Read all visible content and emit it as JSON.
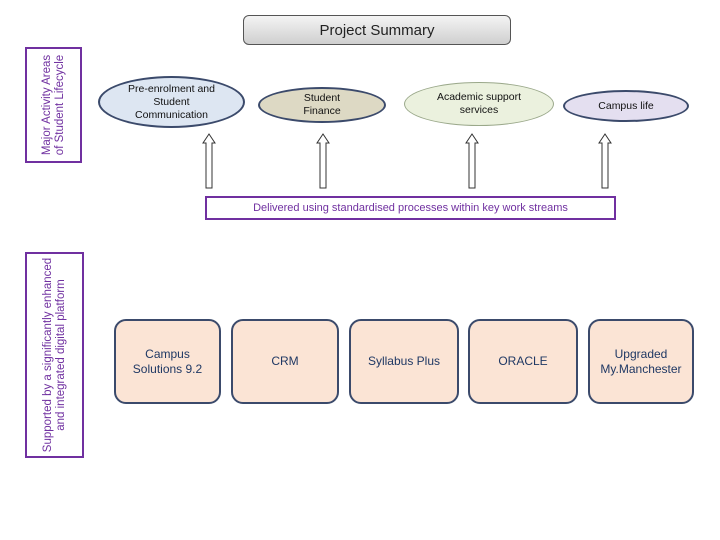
{
  "title": "Project Summary",
  "side_labels": {
    "top": "Major Activity Areas of Student Lifecycle",
    "bottom": "Supported by a significantly enhanced and integrated digital platform"
  },
  "lifecycle_areas": [
    {
      "label": "Pre-enrolment and Student Communication",
      "fill": "#dde6f2"
    },
    {
      "label": "Student Finance",
      "fill": "#ddd9c4"
    },
    {
      "label": "Academic support services",
      "fill": "#ebf1de"
    },
    {
      "label": "Campus life",
      "fill": "#e4dff0"
    }
  ],
  "banner": "Delivered using standardised processes within key work streams",
  "platform_items": [
    "Campus Solutions 9.2",
    "CRM",
    "Syllabus Plus",
    "ORACLE",
    "Upgraded My.Manchester"
  ],
  "colors": {
    "accent": "#7030a0",
    "platform_fill": "#fbe4d5",
    "platform_border": "#3b4a6b",
    "platform_text": "#1f3864"
  }
}
